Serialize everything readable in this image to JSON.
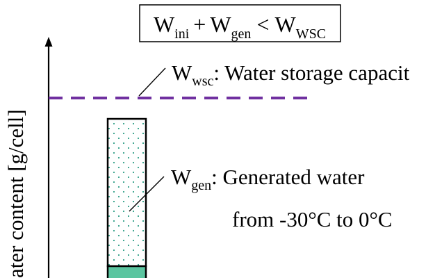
{
  "formula": {
    "w_ini": "W",
    "w_ini_sub": "ini",
    "plus": "+",
    "w_gen": "W",
    "w_gen_sub": "gen",
    "less_than": "<",
    "w_wsc": "W",
    "w_wsc_sub": "WSC"
  },
  "y_axis": {
    "label": "ater content [g/cell]"
  },
  "capacity_label": {
    "symbol": "W",
    "sub": "wsc",
    "text": ": Water storage capacit"
  },
  "generated_label": {
    "symbol": "W",
    "sub": "gen",
    "text": ": Generated water",
    "range": "from -30°C to 0°C"
  },
  "colors": {
    "capacity_line": "#7030a0",
    "dots": "#2e9e86",
    "initial_fill": "#5bc5a0",
    "ink": "#000000"
  }
}
